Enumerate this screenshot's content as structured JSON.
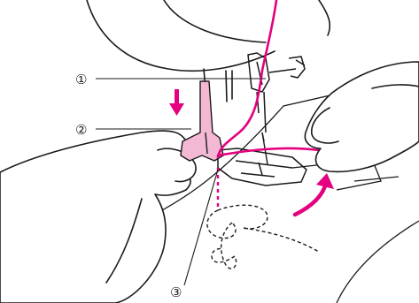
{
  "figure": {
    "description_colors": {
      "line": "#1a1a1a",
      "accent": "#e4007f",
      "accent_light": "#f2b8d4"
    },
    "callouts": [
      {
        "id": "1",
        "label": "①"
      },
      {
        "id": "2",
        "label": "②"
      },
      {
        "id": "3",
        "label": "③"
      }
    ]
  }
}
